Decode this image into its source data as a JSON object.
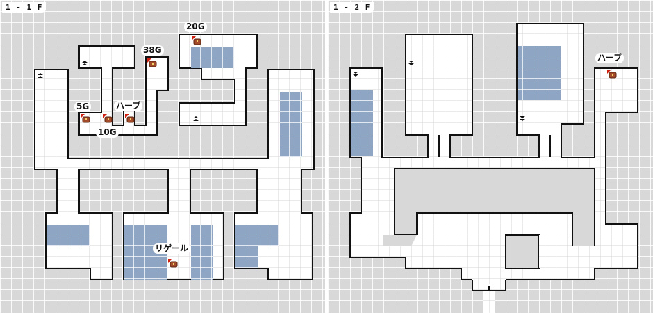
{
  "floors": {
    "f1": {
      "label": "1 - 1 F"
    },
    "f2": {
      "label": "1 - 2 F"
    }
  },
  "labels": {
    "gold_20": "20G",
    "gold_38": "38G",
    "gold_5": "5G",
    "herb_1f": "ハーブ",
    "gold_10": "10G",
    "rigel": "リゲール",
    "herb_2f": "ハーブ"
  },
  "colors": {
    "floor_tile": "#ffffff",
    "wall": "#111111",
    "water": "#8ea6c4",
    "void": "#d8d8d8",
    "chest": "#b0341b"
  }
}
